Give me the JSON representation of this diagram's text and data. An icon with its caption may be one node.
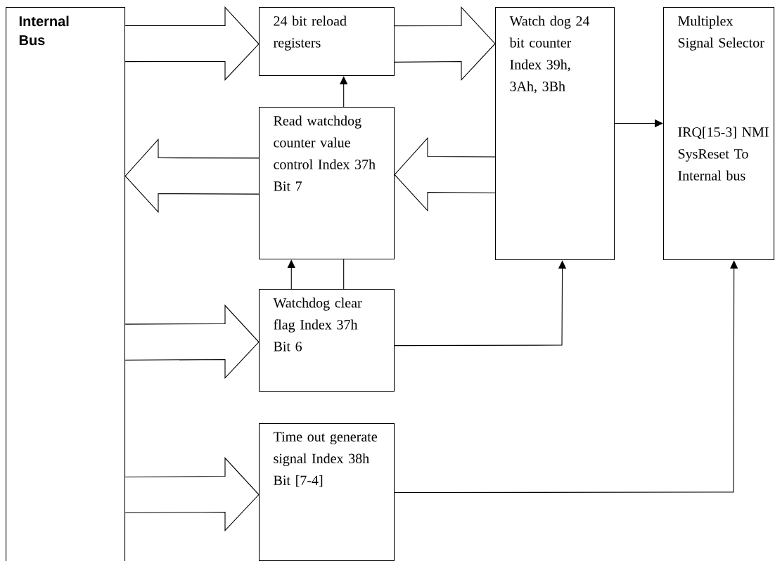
{
  "diagram": {
    "nodes": [
      {
        "text": [
          "Internal Bus"
        ]
      },
      {
        "text": [
          "24 bit reload registers"
        ]
      },
      {
        "text": [
          "Watch dog 24 bit counter Index 39h, 3Ah, 3Bh"
        ]
      },
      {
        "text": [
          "Multiplex Signal Selector",
          "IRQ[15-3] NMI SysReset To Internal bus"
        ]
      },
      {
        "text": [
          "Read watchdog counter value control Index 37h Bit 7"
        ]
      },
      {
        "text": [
          "Watchdog clear flag Index 37h Bit 6"
        ]
      },
      {
        "text": [
          "Time out generate signal Index 38h Bit [7-4]"
        ]
      }
    ],
    "edges": [
      {
        "from": 0,
        "to": 1,
        "arrow": "to",
        "style": "thick"
      },
      {
        "from": 1,
        "to": 2,
        "arrow": "to",
        "style": "thick"
      },
      {
        "from": 2,
        "to": 4,
        "arrow": "to",
        "style": "thick"
      },
      {
        "from": 4,
        "to": 0,
        "arrow": "to",
        "style": "thick"
      },
      {
        "from": 4,
        "to": 1,
        "arrow": "to"
      },
      {
        "from": 2,
        "to": 3,
        "arrow": "to"
      },
      {
        "from": 5,
        "to": 4,
        "arrow": "to"
      },
      {
        "from": 5,
        "to": 4,
        "arrow": "none"
      },
      {
        "from": 5,
        "to": 2,
        "arrow": "to"
      },
      {
        "from": 0,
        "to": 5,
        "arrow": "to",
        "style": "thick"
      },
      {
        "from": 0,
        "to": 6,
        "arrow": "to",
        "style": "thick"
      },
      {
        "from": 6,
        "to": 3,
        "arrow": "to"
      }
    ]
  }
}
